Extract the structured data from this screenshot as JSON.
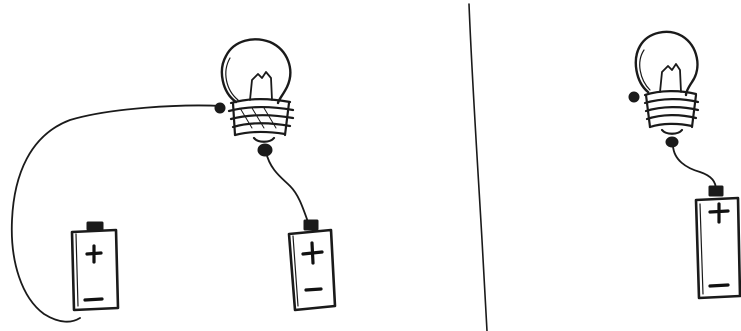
{
  "diagram": {
    "panels": [
      {
        "id": "left",
        "components": [
          "bulb",
          "battery",
          "battery"
        ],
        "battery_terminals": [
          [
            "+",
            "−"
          ],
          [
            "+",
            "−"
          ]
        ]
      },
      {
        "id": "right",
        "components": [
          "bulb",
          "battery"
        ],
        "battery_terminals": [
          [
            "+",
            "−"
          ]
        ]
      }
    ],
    "colors": {
      "ink": "#1a1a1a",
      "paper": "#ffffff"
    }
  }
}
